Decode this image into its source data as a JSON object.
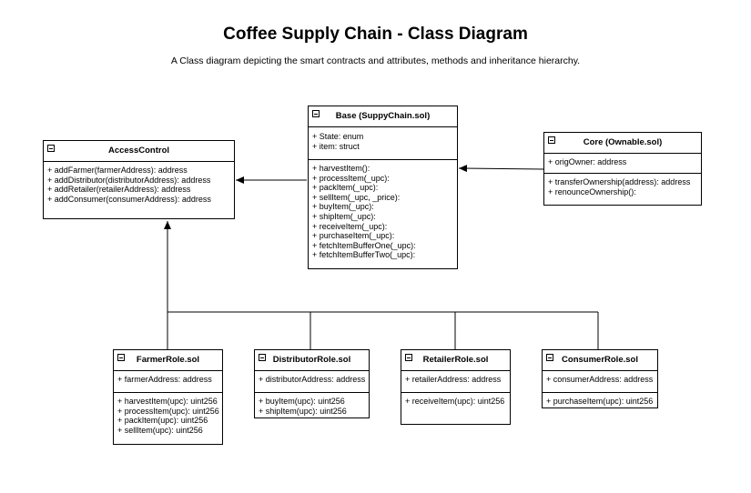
{
  "title": "Coffee Supply Chain - Class Diagram",
  "subtitle": "A Class diagram depicting the smart contracts and attributes, methods and inheritance hierarchy.",
  "classes": {
    "access_control": {
      "name": "AccessControl",
      "methods": [
        "+ addFarmer(farmerAddress): address",
        "+ addDistributor(distributorAddress): address",
        "+ addRetailer(retailerAddress): address",
        "+ addConsumer(consumerAddress): address"
      ]
    },
    "base": {
      "name": "Base (SuppyChain.sol)",
      "attributes": [
        "+ State: enum",
        "+ item: struct"
      ],
      "methods": [
        "+ harvestItem():",
        "+ processItem(_upc):",
        "+ packItem(_upc):",
        "+ sellItem(_upc, _price):",
        "+ buyItem(_upc):",
        "+ shipItem(_upc):",
        "+ receiveItem(_upc):",
        "+ purchaseItem(_upc):",
        "+ fetchItemBufferOne(_upc):",
        "+ fetchItemBufferTwo(_upc):"
      ]
    },
    "core": {
      "name": "Core (Ownable.sol)",
      "attributes": [
        "+ origOwner: address"
      ],
      "methods": [
        "+ transferOwnership(address): address",
        "+ renounceOwnership():"
      ]
    },
    "farmer": {
      "name": "FarmerRole.sol",
      "attributes": [
        "+ farmerAddress: address"
      ],
      "methods": [
        "+ harvestItem(upc): uint256",
        "+ processItem(upc): uint256",
        "+ packItem(upc): uint256",
        "+ sellItem(upc): uint256"
      ]
    },
    "distributor": {
      "name": "DistributorRole.sol",
      "attributes": [
        "+ distributorAddress: address"
      ],
      "methods": [
        "+ buyItem(upc): uint256",
        "+ shipItem(upc): uint256"
      ]
    },
    "retailer": {
      "name": "RetailerRole.sol",
      "attributes": [
        "+ retailerAddress: address"
      ],
      "methods": [
        "+ receiveItem(upc): uint256"
      ]
    },
    "consumer": {
      "name": "ConsumerRole.sol",
      "attributes": [
        "+ consumerAddress: address"
      ],
      "methods": [
        "+ purchaseItem(upc): uint256"
      ]
    }
  }
}
